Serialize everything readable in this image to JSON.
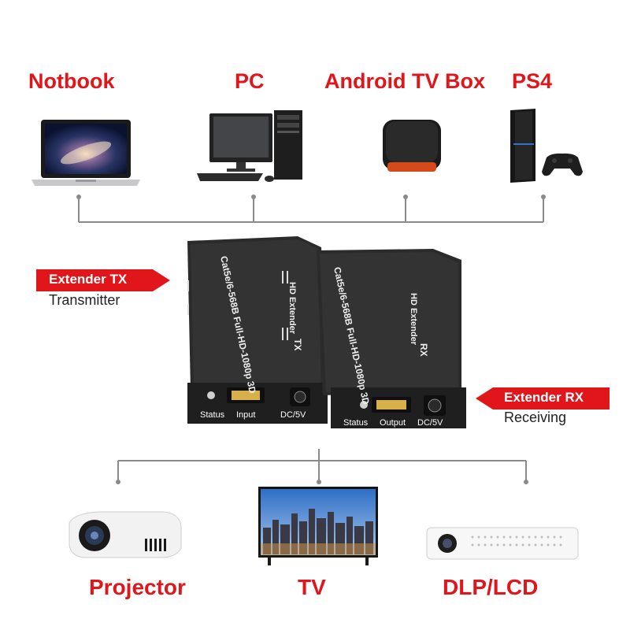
{
  "colors": {
    "accent": "#e0161b",
    "line": "#8a8a8a",
    "box": "#2b2b2b"
  },
  "sources": [
    {
      "label": "Notbook",
      "icon": "laptop-icon"
    },
    {
      "label": "PC",
      "icon": "desktop-pc-icon"
    },
    {
      "label": "Android TV Box",
      "icon": "tv-box-icon"
    },
    {
      "label": "PS4",
      "icon": "ps4-console-icon"
    }
  ],
  "destinations": [
    {
      "label": "Projector",
      "icon": "projector-icon"
    },
    {
      "label": "TV",
      "icon": "tv-icon"
    },
    {
      "label": "DLP/LCD",
      "icon": "dlp-projector-icon"
    }
  ],
  "transmitter": {
    "tag": "Extender TX",
    "sub": "Transmitter",
    "top_text": "Cat5e/6-568B Full-HD-1080p 3D",
    "brand_text": "HD Extender",
    "mode_text": "TX",
    "port_labels": [
      "Status",
      "Input",
      "DC/5V"
    ]
  },
  "receiver": {
    "tag": "Extender RX",
    "sub": "Receiving",
    "top_text": "Cat5e/6-568B Full-HD-1080p 3D",
    "brand_text": "HD Extender",
    "mode_text": "RX",
    "port_labels": [
      "Status",
      "Output",
      "DC/5V"
    ]
  }
}
